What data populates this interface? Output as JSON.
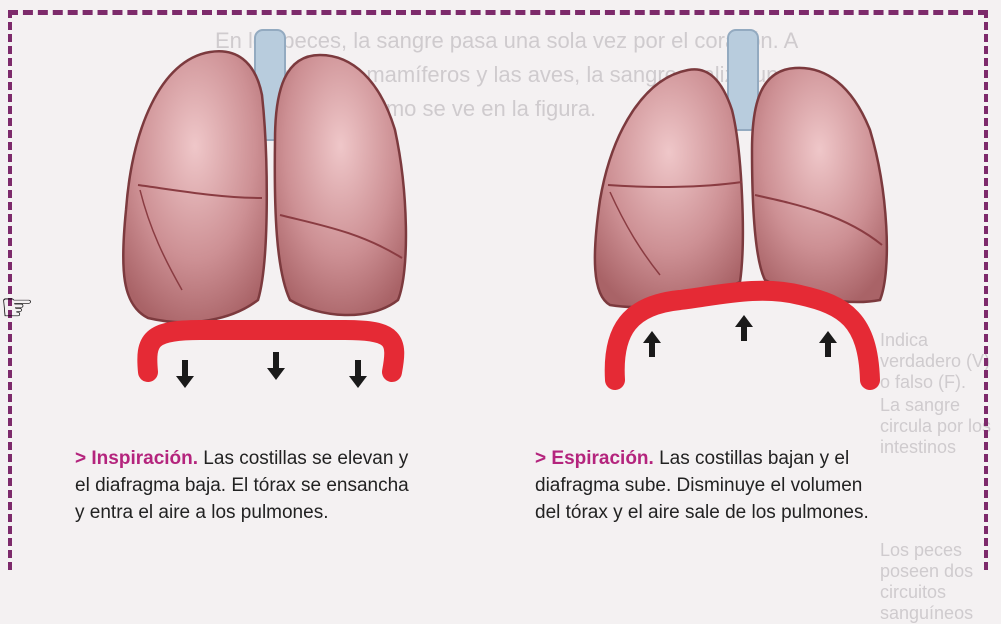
{
  "background_text": {
    "line1": "En los peces, la sangre pasa una sola vez por el corazón. A",
    "line2": "diferencia de los mamíferos y las aves, la sangre realiza un",
    "line3": "ciclo circulatorio como se ve en la figura.",
    "q_prefix": "Indica verdadero (V) o falso (F).",
    "q1": "La sangre circula por los intestinos",
    "q2": "Los peces poseen dos circuitos sanguíneos"
  },
  "inspiration": {
    "arrow": ">",
    "term": "Inspiración.",
    "text_line1": " Las costillas se elevan y",
    "text_line2": "el diafragma baja. El tórax se ensancha",
    "text_line3": "y entra el aire  a los pulmones."
  },
  "expiration": {
    "arrow": ">",
    "term": "Espiración.",
    "text_line1": "  Las costillas bajan y el",
    "text_line2": "diafragma sube. Disminuye el volumen",
    "text_line3": "del tórax y el aire sale de los pulmones."
  },
  "colors": {
    "border": "#7d2a6b",
    "accent": "#b4247d",
    "lung": "#c98f92",
    "diaphragm": "#e52a35",
    "trachea": "#b8ccdd"
  }
}
